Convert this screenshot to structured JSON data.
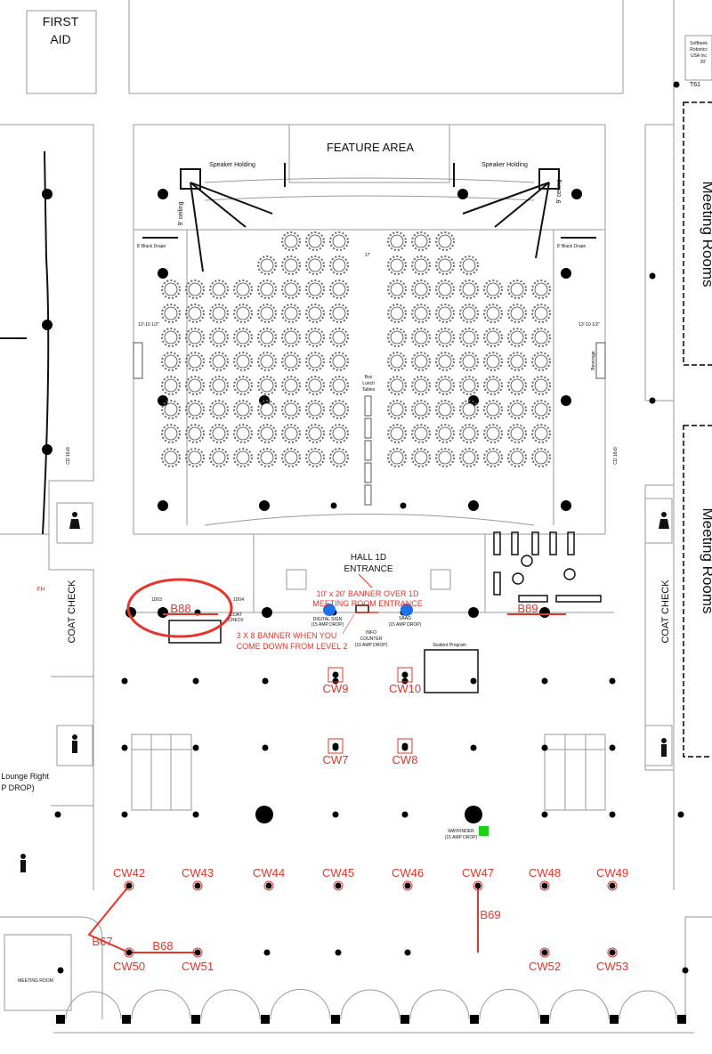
{
  "colors": {
    "marker_red": "#e8342a",
    "power_blue": "#1a73e8",
    "wayfinder_green": "#19d219",
    "wall": "#9a9a9a"
  },
  "rooms": {
    "first_aid": [
      "FIRST",
      "AID"
    ],
    "feature_area": "FEATURE AREA",
    "hall_entrance": [
      "HALL 1D",
      "ENTRANCE"
    ],
    "meeting_rooms_top": "Meeting Rooms",
    "meeting_rooms_bottom": "Meeting Rooms",
    "coat_check_left": "COAT CHECK",
    "coat_check_right": "COAT CHECK",
    "lounge": [
      "Lounge Right",
      "P DROP)"
    ],
    "meeting_room_bl": "MEETING ROOM",
    "exhibitor": [
      "Softbank",
      "Robotics",
      "USA Inc",
      "30'"
    ],
    "booth": "T61"
  },
  "labels": {
    "speaker_holding_left": "Speaker Holding",
    "speaker_holding_right": "Speaker Holding",
    "ceiling_left": "9' ceiling",
    "ceiling_right": "9' ceiling",
    "drape_left": "8' Black Drape",
    "drape_right": "8' Black Drape",
    "dim_left": "13'-10 1/2\"",
    "dim_right": "13'-10 1/2\"",
    "dim_center": "17'",
    "box_lunch": [
      "Box",
      "Lunch",
      "Tables"
    ],
    "beverage": "Beverage",
    "cd_left": "CD 16x9",
    "cd_right": "CD 16x9",
    "door_1d03": "1D03",
    "door_1d04": "1D04",
    "coat_check_small": [
      "COAT",
      "CHECK"
    ],
    "digital_sign": [
      "DIGITAL SIGN",
      "(15 AMP DROP)"
    ],
    "saag": [
      "SAAG",
      "(15 AMP DROP)"
    ],
    "info_counter": [
      "INFO",
      "COUNTER",
      "(10 AMP DROP)"
    ],
    "student_program": "Student Program",
    "wayfinder": [
      "WAYFINDER",
      "(15 AMP DROP)"
    ],
    "fh": "FH"
  },
  "annotations": {
    "b88": "B88",
    "b89": "B89",
    "b67": "B67",
    "b68": "B68",
    "b69": "B69",
    "banner_1d": [
      "10' x 20' BANNER OVER 1D",
      "MEETING ROOM ENTRANCE"
    ],
    "banner_3x8": [
      "3 X 8 BANNER WHEN YOU",
      "COME DOWN FROM LEVEL 2"
    ]
  },
  "columns_wraps": [
    "CW9",
    "CW10",
    "CW7",
    "CW8",
    "CW42",
    "CW43",
    "CW44",
    "CW45",
    "CW46",
    "CW47",
    "CW48",
    "CW49",
    "CW50",
    "CW51",
    "CW52",
    "CW53"
  ]
}
